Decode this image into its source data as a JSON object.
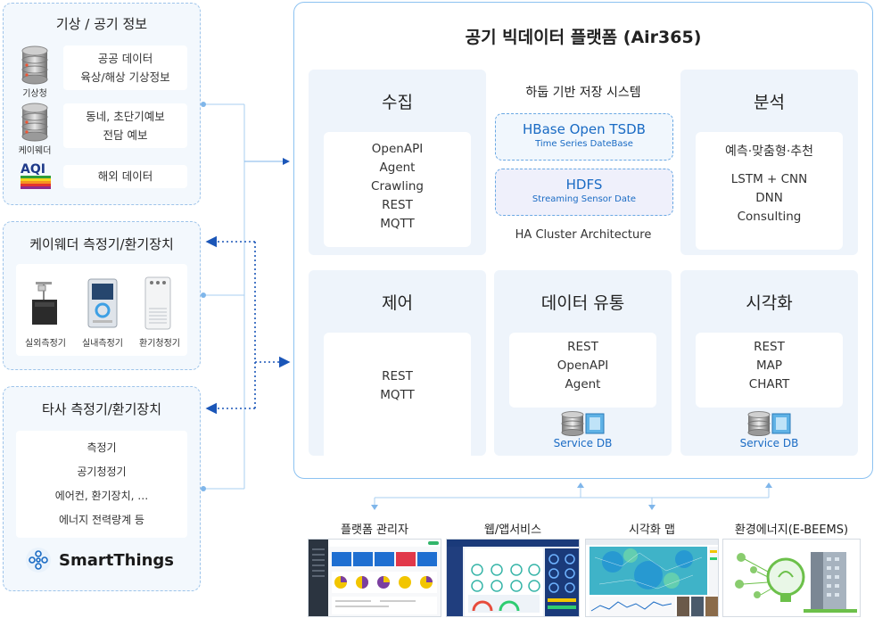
{
  "sources": {
    "weather": {
      "title": "기상 / 공기 정보",
      "rows": [
        {
          "icon_label": "기상청",
          "lines": [
            "공공 데이터",
            "육상/해상 기상정보"
          ]
        },
        {
          "icon_label": "케이웨더",
          "lines": [
            "동네, 초단기예보",
            "전담 예보"
          ]
        },
        {
          "icon_label": "AQI",
          "lines": [
            "해외 데이터"
          ]
        }
      ]
    },
    "kweather": {
      "title": "케이웨더 측정기/환기장치",
      "devices": [
        "실외측정기",
        "실내측정기",
        "환기청정기"
      ]
    },
    "others": {
      "title": "타사 측정기/환기장치",
      "lines": [
        "측정기",
        "공기청정기",
        "에어컨, 환기장치, …",
        "에너지 전력량계 등"
      ],
      "brand": "SmartThings"
    }
  },
  "platform": {
    "title": "공기 빅데이터 플랫폼 (Air365)",
    "collect": {
      "title": "수집",
      "items": [
        "OpenAPI",
        "Agent",
        "Crawling",
        "REST",
        "MQTT"
      ]
    },
    "storage": {
      "title": "하둡 기반 저장 시스템",
      "hbase": {
        "name": "HBase Open TSDB",
        "sub": "Time Series DateBase"
      },
      "hdfs": {
        "name": "HDFS",
        "sub": "Streaming Sensor Date"
      },
      "footer": "HA Cluster Architecture"
    },
    "analysis": {
      "title": "분석",
      "items": [
        "예측·맞춤형·추천",
        "LSTM + CNN",
        "DNN",
        "Consulting"
      ]
    },
    "control": {
      "title": "제어",
      "items": [
        "REST",
        "MQTT"
      ]
    },
    "distribution": {
      "title": "데이터 유통",
      "items": [
        "REST",
        "OpenAPI",
        "Agent"
      ],
      "db_label": "Service DB"
    },
    "visualization": {
      "title": "시각화",
      "items": [
        "REST",
        "MAP",
        "CHART"
      ],
      "db_label": "Service DB"
    }
  },
  "outputs": [
    {
      "label": "플랫폼 관리자"
    },
    {
      "label": "웹/앱서비스"
    },
    {
      "label": "시각화 맵"
    },
    {
      "label": "환경에너지(E-BEEMS)"
    }
  ],
  "colors": {
    "accent": "#1a6bc4",
    "border": "#8cc2f1",
    "panel_bg": "#eef4fb",
    "dashed": "#9ec4ea",
    "arrow": "#1b56b8"
  }
}
